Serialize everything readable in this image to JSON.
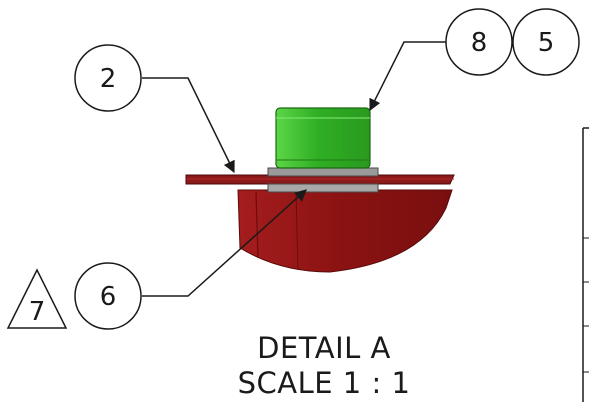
{
  "detail": {
    "title": "DETAIL A",
    "scale": "SCALE 1 : 1"
  },
  "balloons": {
    "b2": "2",
    "b8": "8",
    "b5": "5",
    "b6": "6",
    "b7": "7"
  },
  "colors": {
    "plate": "#8b1a1a",
    "bracket": "#8f1414",
    "knob": "#3fbf2a",
    "washer": "#9a9a9a",
    "line": "#1a1a1a"
  }
}
